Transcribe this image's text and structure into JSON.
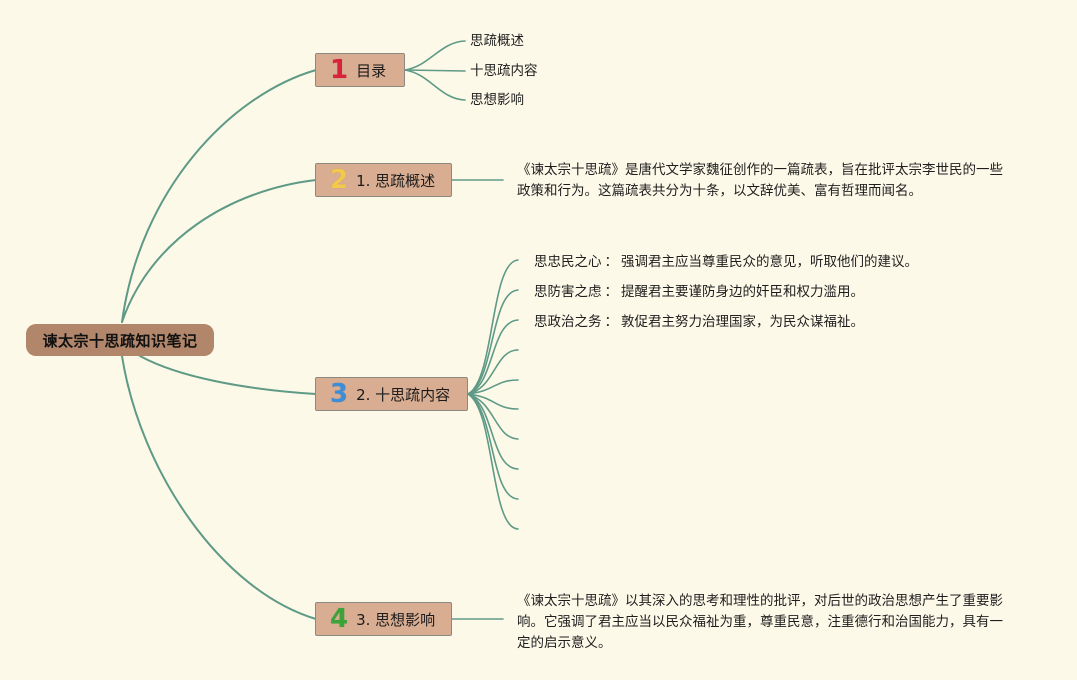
{
  "root": {
    "label": "谏太宗十思疏知识笔记"
  },
  "colors": {
    "background": "#fdf9e9",
    "root_fill": "#b1866a",
    "branch_fill": "#d9ad92",
    "connector": "#5e9a86",
    "num1": "#d8233a",
    "num2": "#f2c94a",
    "num3": "#3d8ed6",
    "num4": "#3aa33a"
  },
  "branches": [
    {
      "num": "1",
      "label": "目录",
      "children": [
        "思疏概述",
        "十思疏内容",
        "思想影响"
      ]
    },
    {
      "num": "2",
      "label": "1. 思疏概述",
      "note": "《谏太宗十思疏》是唐代文学家魏征创作的一篇疏表，旨在批评太宗李世民的一些政策和行为。这篇疏表共分为十条，以文辞优美、富有哲理而闻名。"
    },
    {
      "num": "3",
      "label": "2. 十思疏内容",
      "items": [
        {
          "title": "思忠民之心",
          "sep": "：",
          "desc": "强调君主应当尊重民众的意见，听取他们的建议。"
        },
        {
          "title": "思防害之虑",
          "sep": "：",
          "desc": "提醒君主要谨防身边的奸臣和权力滥用。"
        },
        {
          "title": "思政治之务",
          "sep": "：",
          "desc": "敦促君主努力治理国家，为民众谋福祉。"
        }
      ]
    },
    {
      "num": "4",
      "label": "3. 思想影响",
      "note": "《谏太宗十思疏》以其深入的思考和理性的批评，对后世的政治思想产生了重要影响。它强调了君主应当以民众福祉为重，尊重民意，注重德行和治国能力，具有一定的启示意义。"
    }
  ]
}
